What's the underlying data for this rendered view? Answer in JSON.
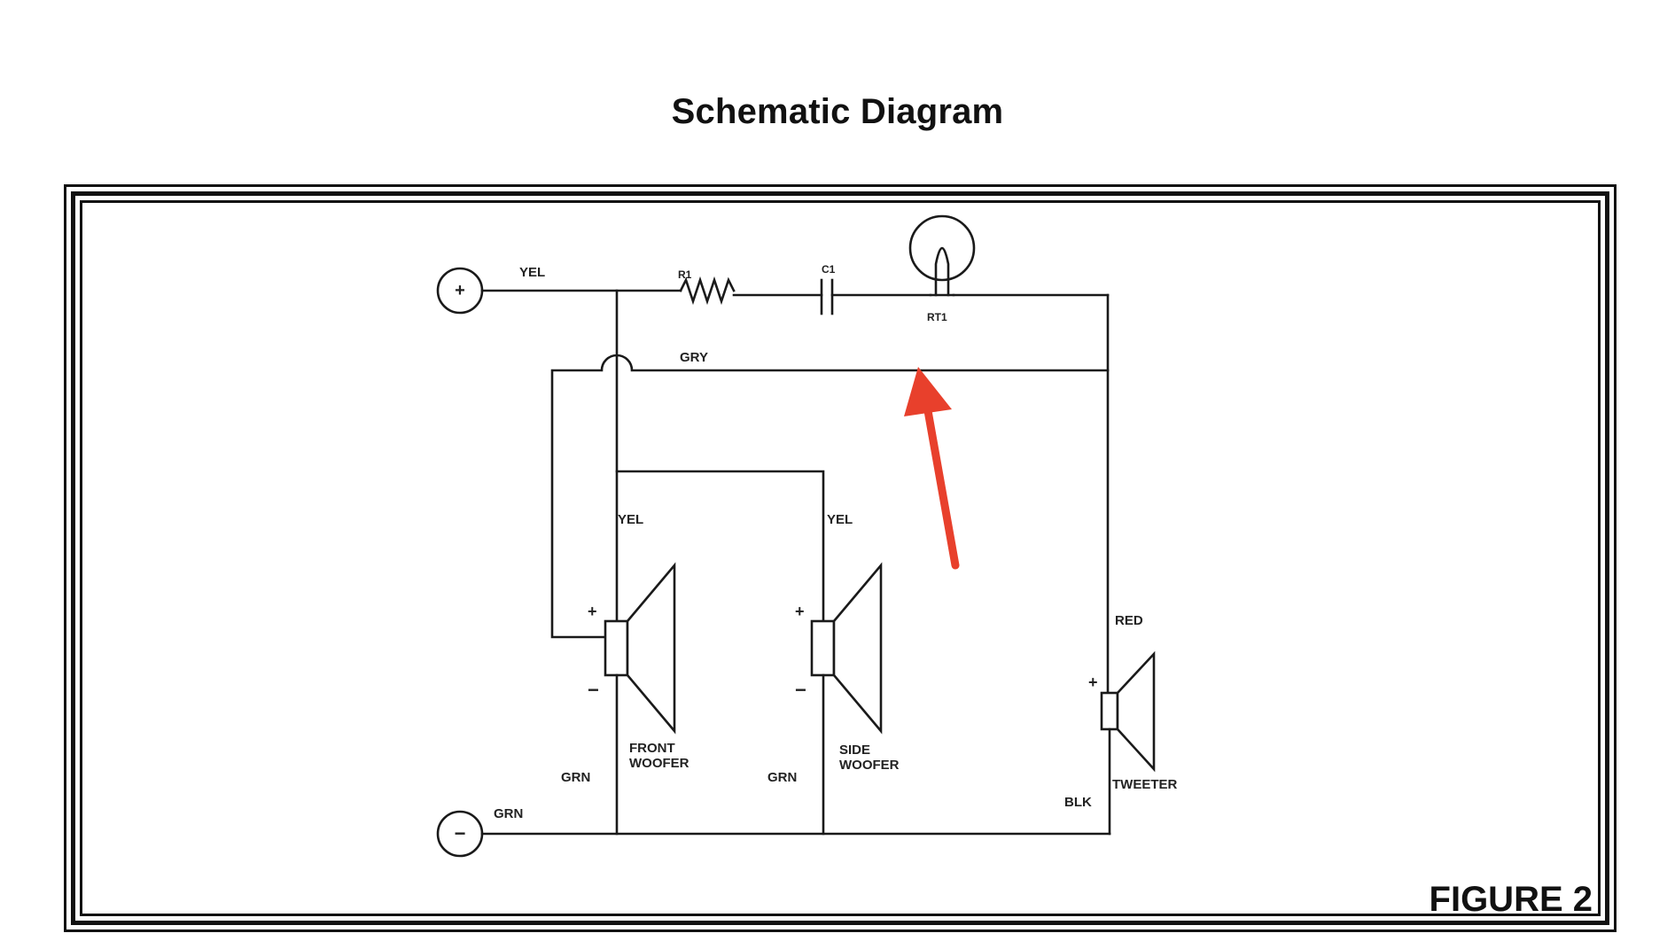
{
  "title": "Schematic Diagram",
  "figure_label": "FIGURE 2",
  "terminals": {
    "positive": "+",
    "negative": "−"
  },
  "wires": {
    "yel_main": "YEL",
    "gry": "GRY",
    "yel_front": "YEL",
    "yel_side": "YEL",
    "red": "RED",
    "grn_main": "GRN",
    "grn_front": "GRN",
    "grn_side": "GRN",
    "blk": "BLK"
  },
  "components": {
    "r1": "R1",
    "c1": "C1",
    "rt1": "RT1"
  },
  "speakers": {
    "front_woofer": {
      "line1": "FRONT",
      "line2": "WOOFER",
      "plus": "+",
      "minus": "−"
    },
    "side_woofer": {
      "line1": "SIDE",
      "line2": "WOOFER",
      "plus": "+",
      "minus": "−"
    },
    "tweeter": {
      "line1": "TWEETER",
      "plus": "+"
    }
  },
  "colors": {
    "ink": "#1a1a1a",
    "arrow": "#e8402c",
    "background": "#ffffff"
  },
  "annotation": {
    "type": "arrow",
    "color": "#e8402c",
    "points_to": "gry-wire"
  }
}
